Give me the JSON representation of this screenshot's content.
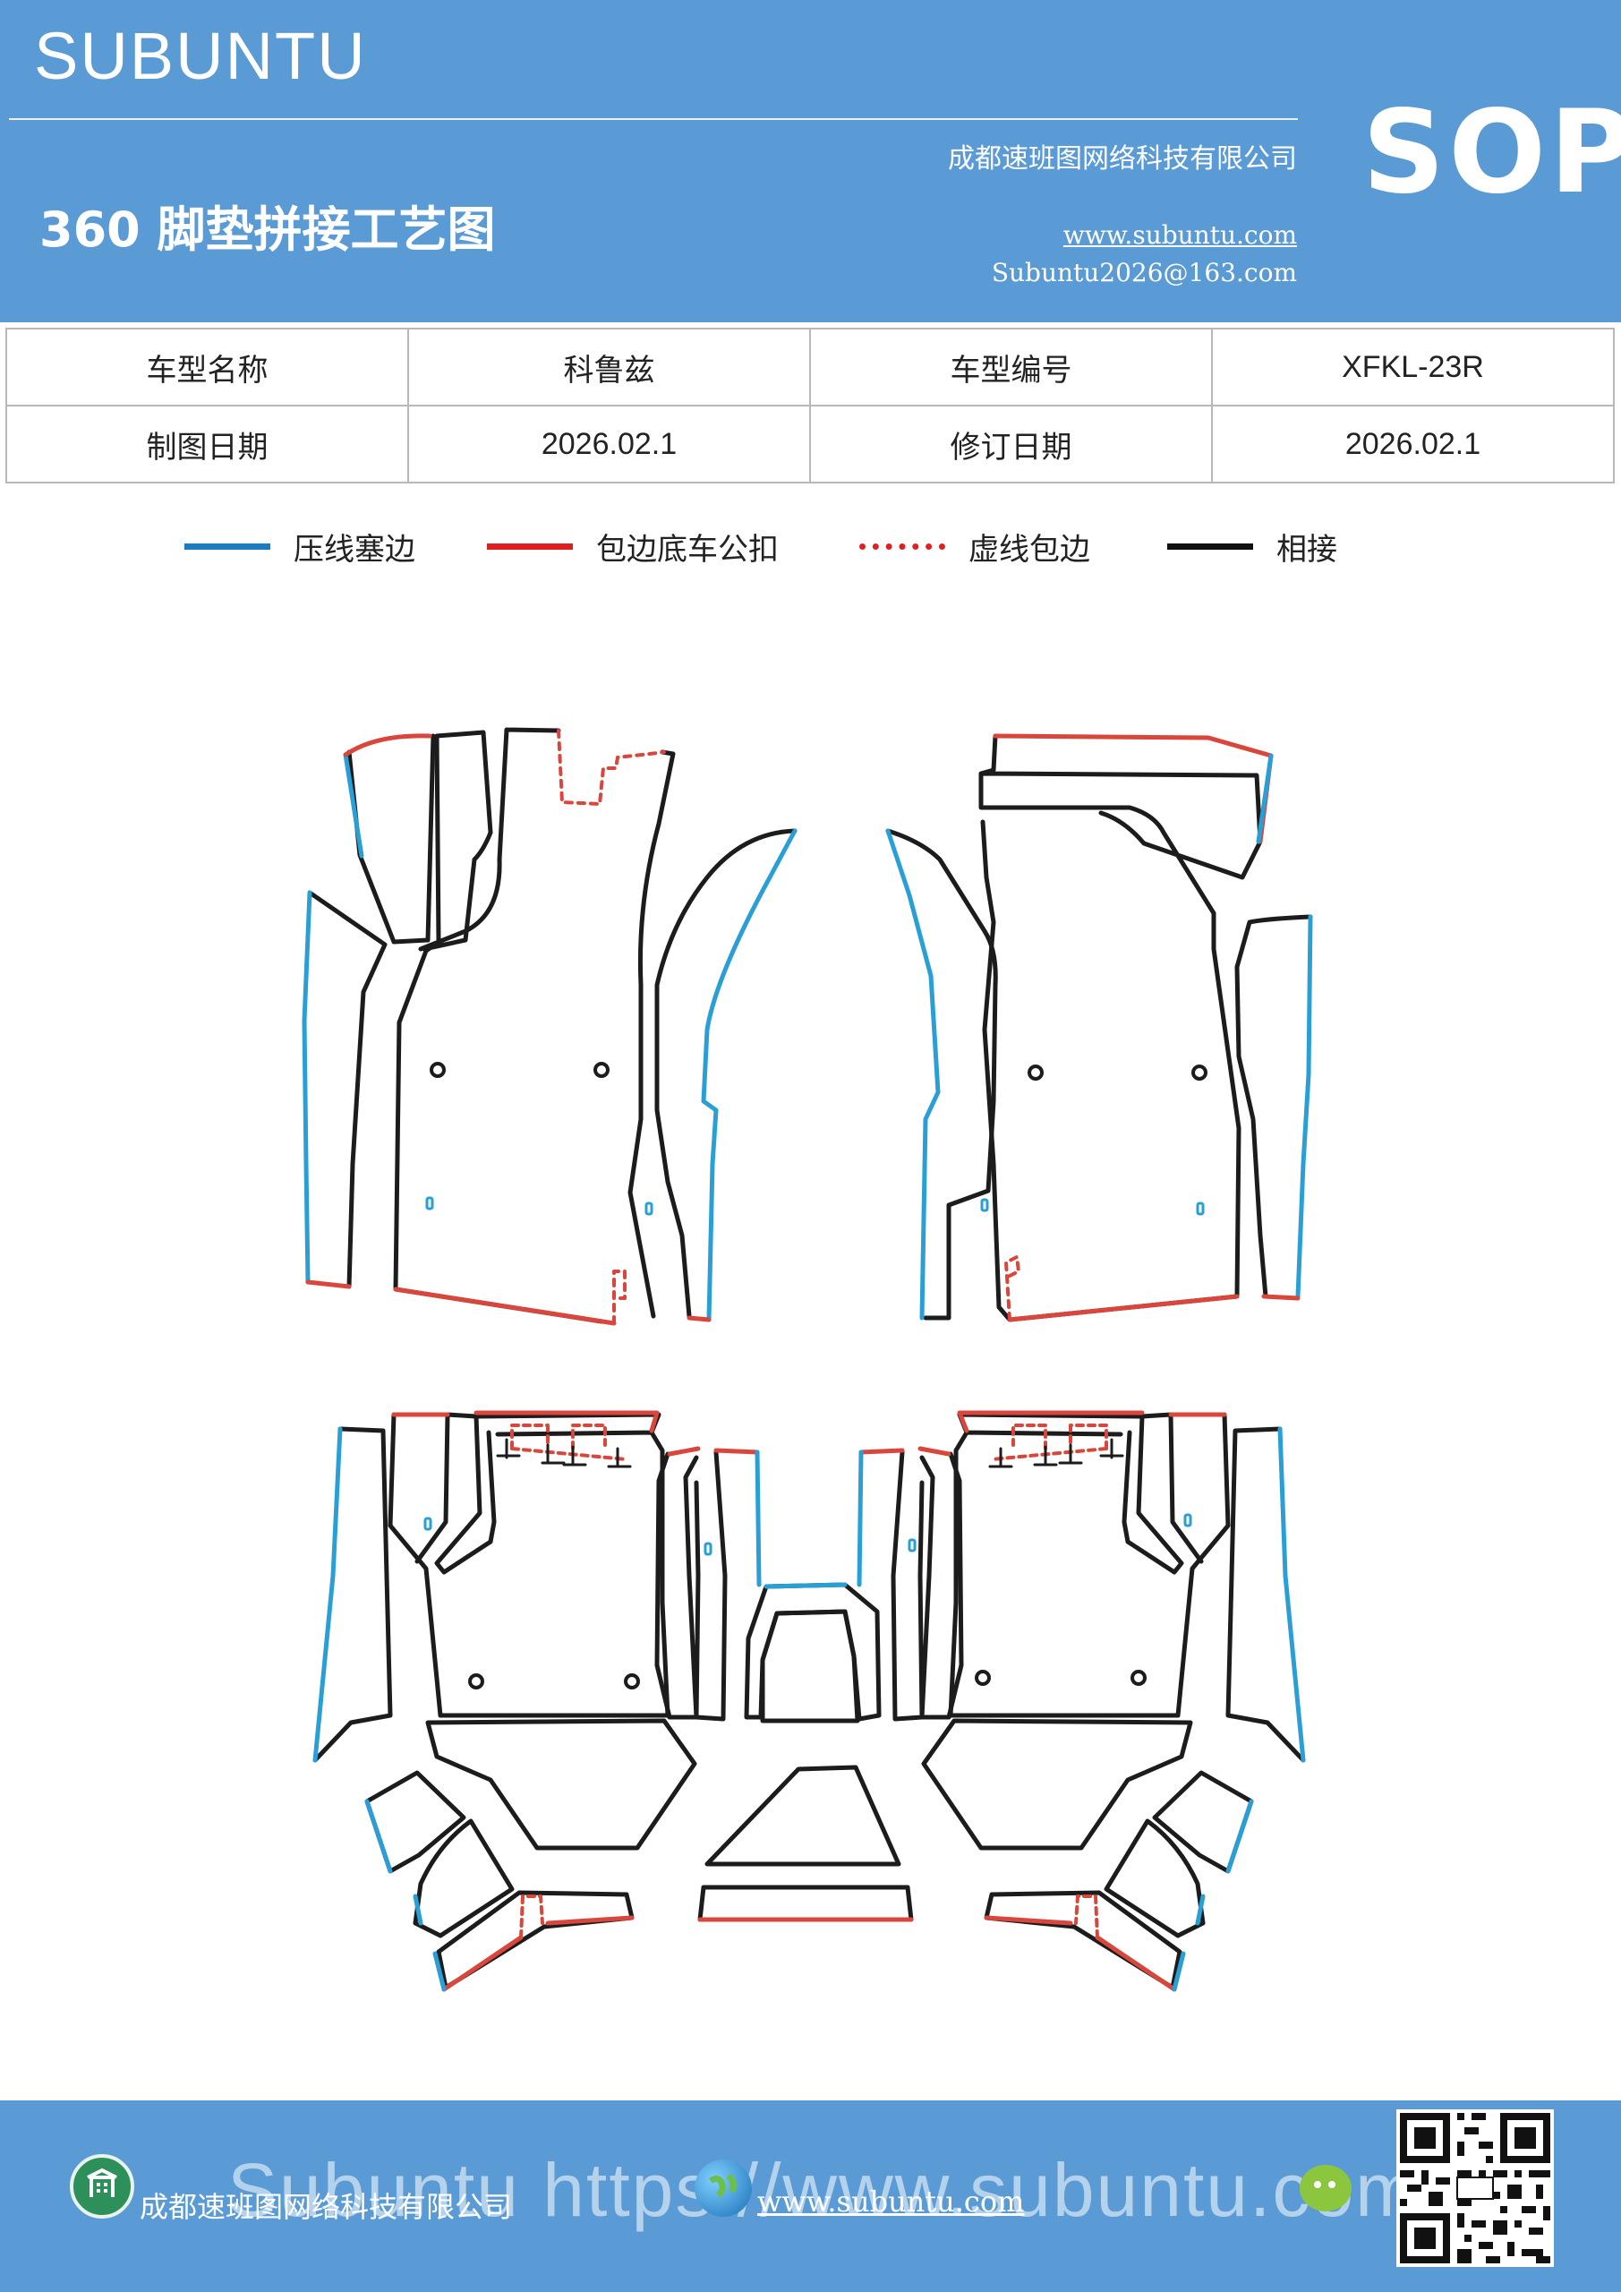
{
  "header": {
    "brand": "SUBUNTU",
    "title": "360 脚垫拼接工艺图",
    "company": "成都速班图网络科技有限公司",
    "website": "www.subuntu.com",
    "email": "Subuntu2026@163.com",
    "badge": "SOP"
  },
  "info_table": {
    "model_name_label": "车型名称",
    "model_name": "科鲁兹",
    "model_code_label": "车型编号",
    "model_code": "XFKL-23R",
    "draw_date_label": "制图日期",
    "draw_date": "2026.02.1",
    "revise_date_label": "修订日期",
    "revise_date": "2026.02.1"
  },
  "legend": [
    {
      "label": "压线塞边",
      "color": "#1a7dc4",
      "style": "solid"
    },
    {
      "label": "包边底车公扣",
      "color": "#e02020",
      "style": "solid"
    },
    {
      "label": "虚线包边",
      "color": "#e02020",
      "style": "dashed"
    },
    {
      "label": "相接",
      "color": "#111111",
      "style": "solid"
    }
  ],
  "colors": {
    "header_bg": "#5b9bd5",
    "blue_edge": "#2a9fd6",
    "red_edge": "#d9463c",
    "outline": "#1c1c1c"
  },
  "footer": {
    "company": "成都速班图网络科技有限公司",
    "url": "www.subuntu.com",
    "watermark": "Subuntu https://www.subuntu.com",
    "icons": [
      "building-icon",
      "globe-icon",
      "wechat-icon"
    ]
  }
}
